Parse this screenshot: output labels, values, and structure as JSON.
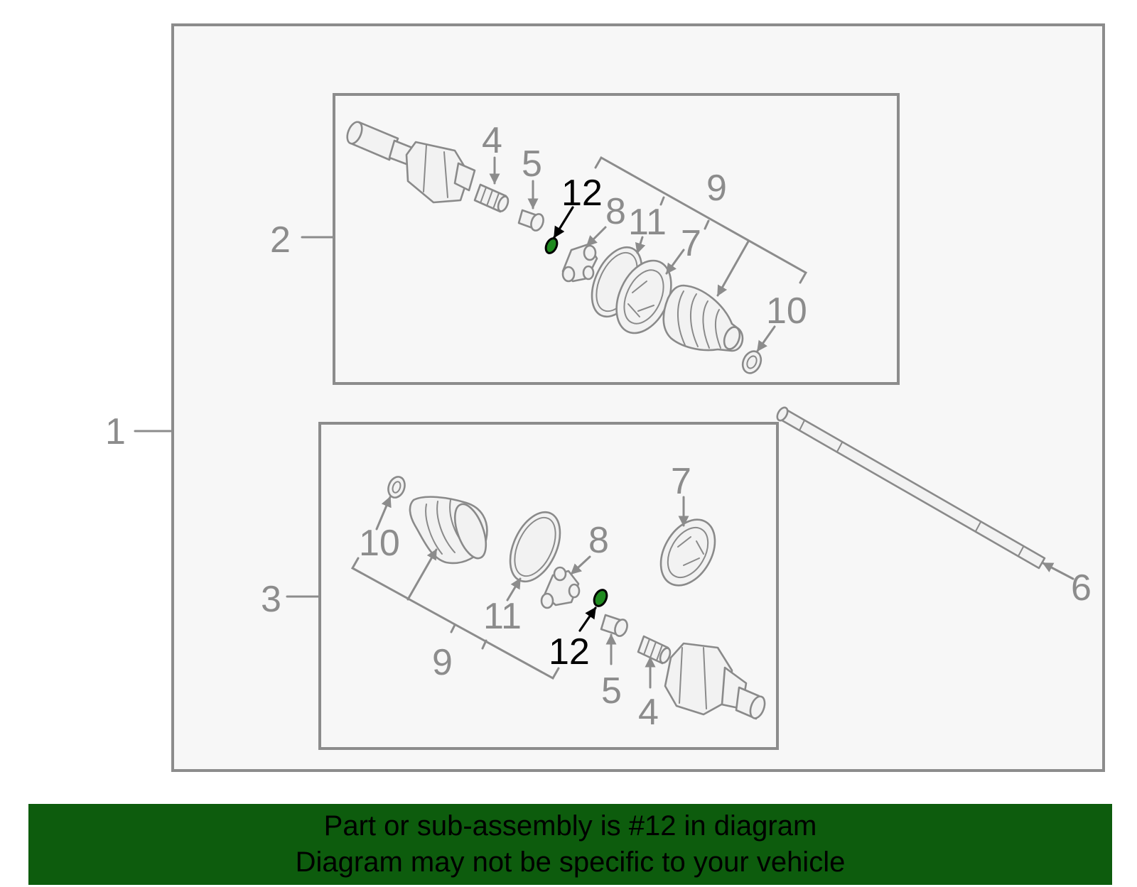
{
  "callouts": {
    "assembly": "1",
    "outer_group": "2",
    "inner_group": "3",
    "part_4": "4",
    "part_5": "5",
    "part_6": "6",
    "part_7": "7",
    "part_8": "8",
    "part_9": "9",
    "part_10": "10",
    "part_11": "11",
    "part_12": "12"
  },
  "highlight": {
    "part_number": "12",
    "color": "#1f8a1f"
  },
  "banner": {
    "color": "#0d5c0d",
    "line1": "Part or sub-assembly is #12 in diagram",
    "line2": "Diagram may not be specific to your vehicle"
  }
}
